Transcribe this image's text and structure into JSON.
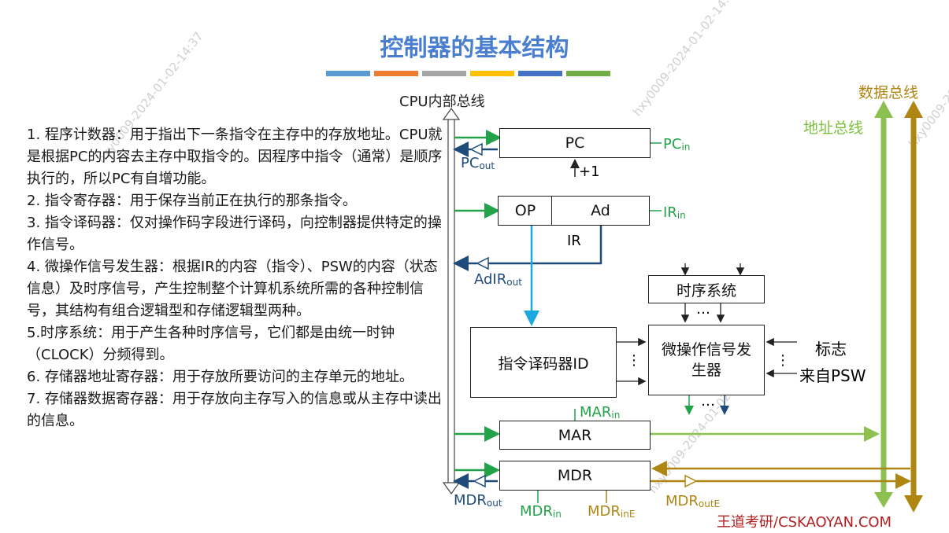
{
  "title": "控制器的基本结构",
  "title_bar_colors": [
    "#5b9bd5",
    "#ed7d31",
    "#a5a5a5",
    "#ffc000",
    "#4472c4",
    "#70ad47"
  ],
  "cpu_bus_label": "CPU内部总线",
  "data_bus_label": "数据总线",
  "address_bus_label": "地址总线",
  "descriptions": [
    "1. 程序计数器：用于指出下一条指令在主存中的存放地址。CPU就是根据PC的内容去主存中取指令的。因程序中指令（通常）是顺序执行的，所以PC有自增功能。",
    "2. 指令寄存器：用于保存当前正在执行的那条指令。",
    "3. 指令译码器：仅对操作码字段进行译码，向控制器提供特定的操作信号。",
    "4. 微操作信号发生器：根据IR的内容（指令）、PSW的内容（状态信息）及时序信号，产生控制整个计算机系统所需的各种控制信号，其结构有组合逻辑型和存储逻辑型两种。",
    "5.时序系统：用于产生各种时序信号，它们都是由统一时钟（CLOCK）分频得到。",
    "6. 存储器地址寄存器：用于存放所要访问的主存单元的地址。",
    "7. 存储器数据寄存器：用于存放向主存写入的信息或从主存中读出的信息。"
  ],
  "registers": {
    "pc": "PC",
    "pc_inc": "+1",
    "op": "OP",
    "ad": "Ad",
    "ir": "IR",
    "timing": "时序系统",
    "decoder": "指令译码器ID",
    "micro_gen": "微操作信号发生器",
    "mar": "MAR",
    "mdr": "MDR",
    "flags": "标志",
    "from_psw": "来自PSW",
    "dots": "…",
    "vdots": "⋮"
  },
  "signals": {
    "pc_in": "PC",
    "pc_in_sub": "in",
    "pc_out": "PC",
    "pc_out_sub": "out",
    "ir_in": "IR",
    "ir_in_sub": "in",
    "adir_out": "AdIR",
    "adir_out_sub": "out",
    "mar_in": "MAR",
    "mar_in_sub": "in",
    "mdr_out": "MDR",
    "mdr_out_sub": "out",
    "mdr_in": "MDR",
    "mdr_in_sub": "in",
    "mdr_ine": "MDR",
    "mdr_ine_sub": "inE",
    "mdr_oute": "MDR",
    "mdr_oute_sub": "outE"
  },
  "footer": "王道考研/CSKAOYAN.COM",
  "watermark": "hxy0009-2024-01-02-14:37",
  "colors": {
    "title": "#4a7fd0",
    "signal_green": "#22a34a",
    "signal_navy": "#1f4b7a",
    "data_bus": "#b08613",
    "address_bus": "#8cc152",
    "decoder_line": "#1ea8e0"
  }
}
